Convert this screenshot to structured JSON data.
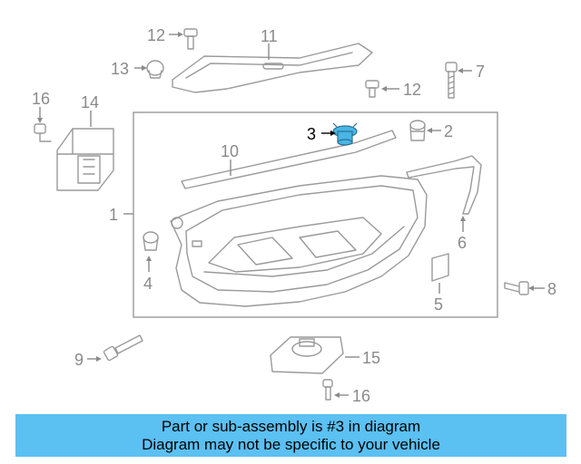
{
  "colors": {
    "banner_bg": "#5bc0f2",
    "highlight_part": "#49b6e6",
    "line_gray": "#9a9a9a"
  },
  "diagram": {
    "callouts": {
      "c1": "1",
      "c2": "2",
      "c3": "3",
      "c4": "4",
      "c5": "5",
      "c6": "6",
      "c7": "7",
      "c8": "8",
      "c9": "9",
      "c10": "10",
      "c11": "11",
      "c12a": "12",
      "c12b": "12",
      "c13": "13",
      "c14": "14",
      "c15": "15",
      "c16a": "16",
      "c16b": "16"
    },
    "highlighted_callout": "3"
  },
  "banner": {
    "line1": "Part or sub-assembly is #3 in diagram",
    "line2": "Diagram may not be specific to your vehicle"
  }
}
